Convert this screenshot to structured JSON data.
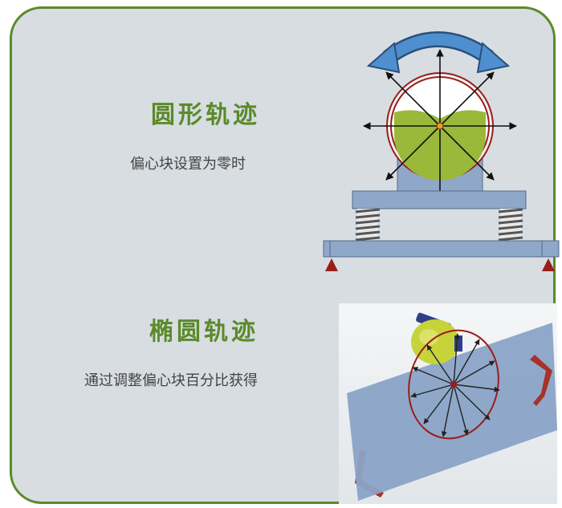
{
  "colors": {
    "border": "#5b8a2a",
    "card_background": "#d7dde1",
    "title": "#5b8a2a",
    "text": "#444444",
    "frame_blue": "#8fa7c9",
    "accent_red": "#9b1c1c",
    "mass_green": "#9ab83a",
    "arrow_blue": "#4f8fd0"
  },
  "sections": [
    {
      "title": "圆形轨迹",
      "description": "偏心块设置为零时",
      "illustration_icon": "circular-vibration-motor-diagram"
    },
    {
      "title": "椭圆轨迹",
      "description": "通过调整偏心块百分比获得",
      "illustration_icon": "elliptical-vibration-screen-diagram"
    }
  ]
}
